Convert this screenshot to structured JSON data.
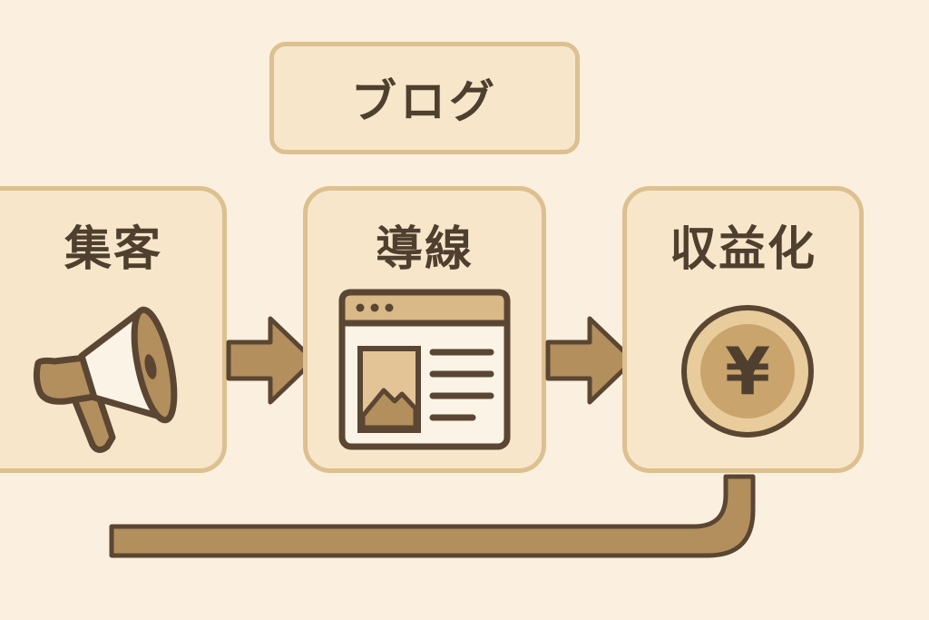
{
  "title": "ブログ",
  "steps": [
    {
      "label": "集客",
      "icon": "megaphone-icon"
    },
    {
      "label": "導線",
      "icon": "browser-window-icon"
    },
    {
      "label": "収益化",
      "icon": "yen-coin-icon",
      "symbol": "¥"
    }
  ],
  "colors": {
    "background": "#fbf0df",
    "card_fill": "#f7e6ca",
    "card_border": "#dcc090",
    "accent": "#b38f5e",
    "outline": "#5a4632",
    "text": "#4f3f2e"
  }
}
